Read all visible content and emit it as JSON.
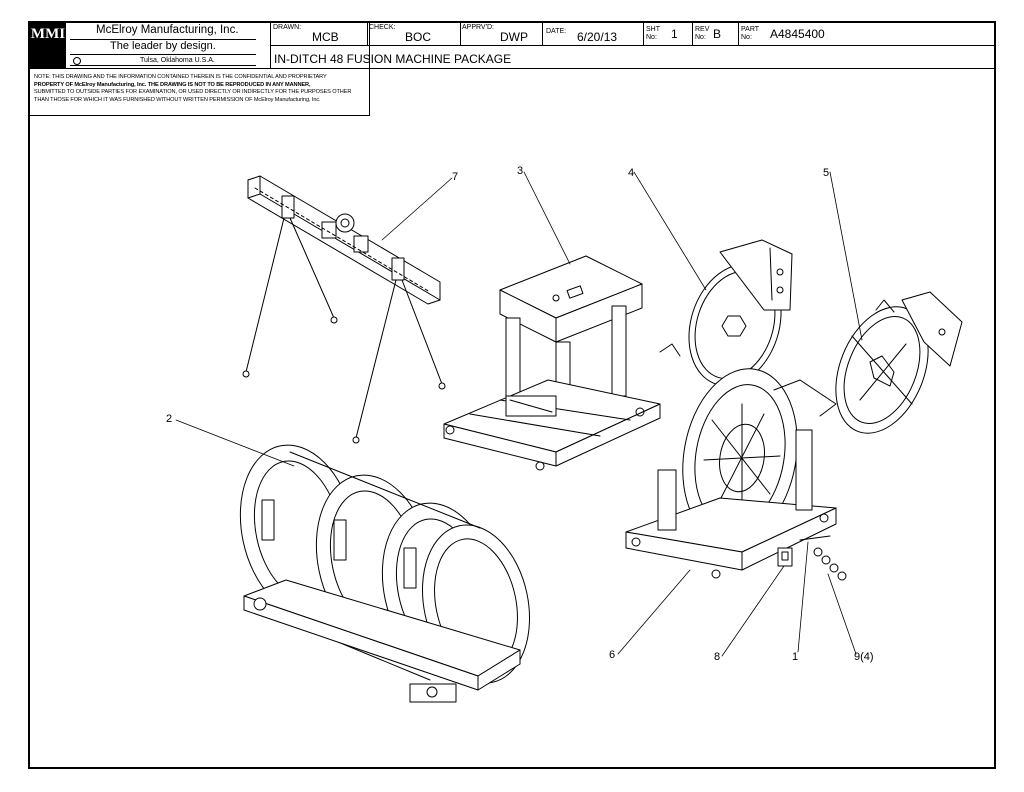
{
  "company": {
    "logo_text": "MMI",
    "name": "McElroy Manufacturing, Inc.",
    "tagline": "The leader by design.",
    "location": "Tulsa, Oklahoma U.S.A."
  },
  "title_block": {
    "drawn_label": "DRAWN:",
    "drawn": "MCB",
    "check_label": "CHECK:",
    "check": "BOC",
    "apprvd_label": "APPRV'D:",
    "apprvd": "DWP",
    "date_label": "DATE:",
    "date": "6/20/13",
    "sht_label": "SHT No:",
    "sht": "1",
    "rev_label": "REV No:",
    "rev": "B",
    "part_label": "PART No:",
    "part": "A4845400",
    "title": "IN-DITCH 48 FUSION MACHINE PACKAGE"
  },
  "note": {
    "line1": "NOTE: THIS DRAWING AND THE INFORMATION CONTAINED THEREIN IS THE CONFIDENTIAL AND PROPRIETARY",
    "line2": "PROPERTY OF McElroy Manufacturing, Inc. THE DRAWING IS NOT TO BE REPRODUCED IN ANY MANNER,",
    "line3": "SUBMITTED TO OUTSIDE PARTIES FOR EXAMINATION, OR USED DIRECTLY OR INDIRECTLY FOR THE PURPOSES OTHER",
    "line4": "THAN THOSE FOR WHICH IT WAS FURNISHED WITHOUT WRITTEN PERMISSION OF McElroy Manufacturing, Inc."
  },
  "balloons": {
    "b1": "1",
    "b2": "2",
    "b3": "3",
    "b4": "4",
    "b5": "5",
    "b6": "6",
    "b7": "7",
    "b8": "8",
    "b9": "9(4)"
  }
}
